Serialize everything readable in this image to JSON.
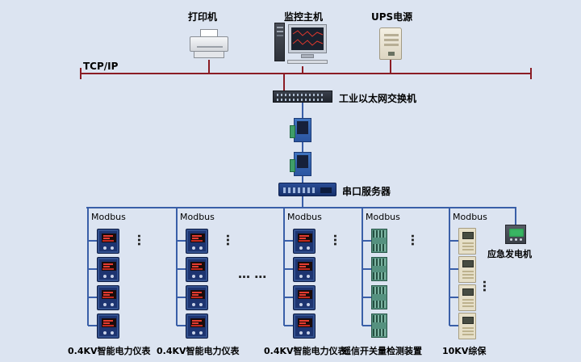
{
  "colors": {
    "background": "#dce4f1",
    "tcpip_bus": "#8b1c24",
    "modbus_bus": "#3a5fa8"
  },
  "labels": {
    "tcpip": "TCP/IP",
    "printer": "打印机",
    "monitor": "监控主机",
    "ups": "UPS电源",
    "switch": "工业以太网交换机",
    "serial_server": "串口服务器",
    "emergency_generator": "应急发电机",
    "ellipsis_v": "…",
    "ellipsis_h": "… …"
  },
  "columns": [
    {
      "bus_label": "Modbus",
      "caption": "0.4KV智能电力仪表",
      "device": "power-meter",
      "device_count": 4
    },
    {
      "bus_label": "Modbus",
      "caption": "0.4KV智能电力仪表",
      "device": "power-meter",
      "device_count": 4
    },
    {
      "bus_label": "Modbus",
      "caption": "0.4KV智能电力仪表",
      "device": "power-meter",
      "device_count": 4
    },
    {
      "bus_label": "Modbus",
      "caption": "遥信开关量检测装置",
      "device": "remote-signal-module",
      "device_count": 4
    },
    {
      "bus_label": "Modbus",
      "caption": "10KV综保",
      "device": "protection-relay",
      "device_count": 4
    }
  ]
}
